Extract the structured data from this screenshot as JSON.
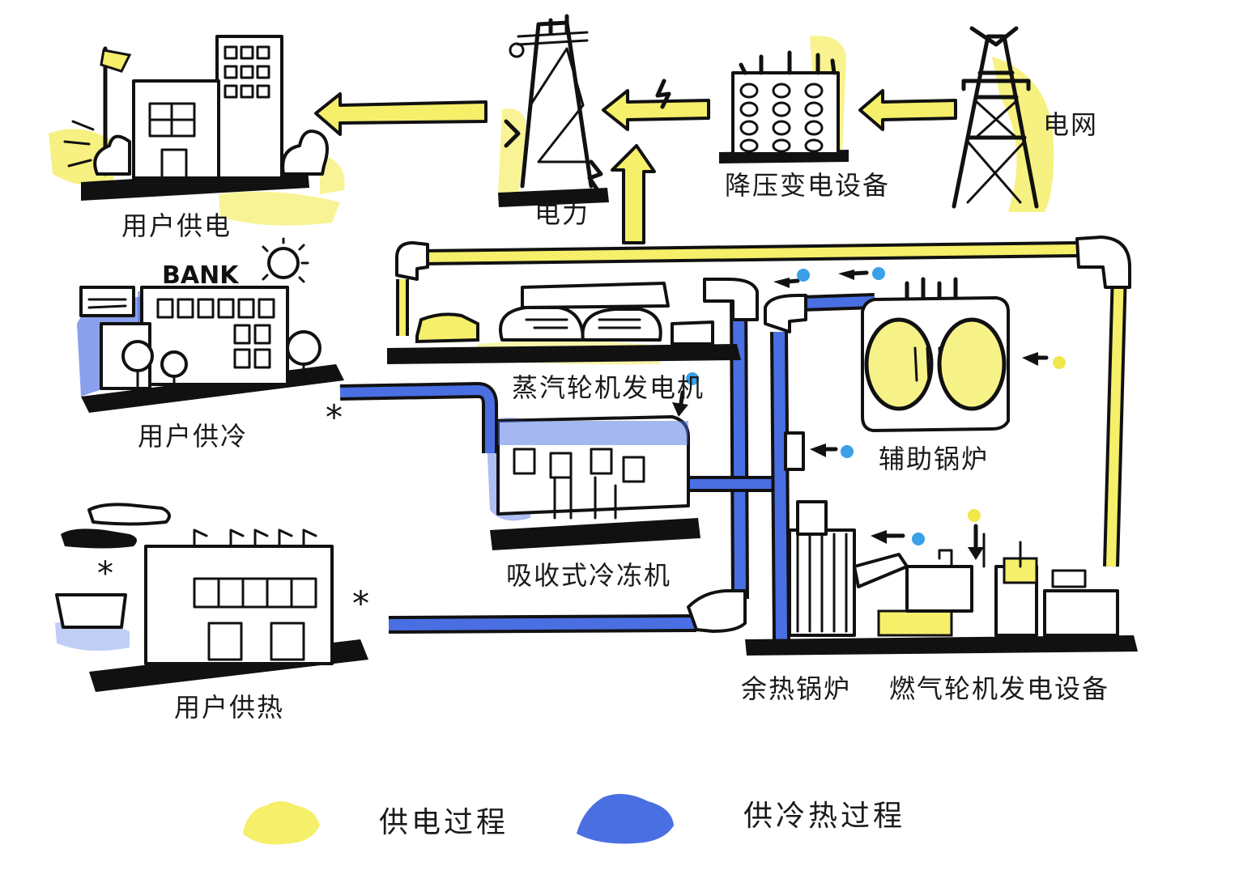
{
  "colors": {
    "power": "#f5ef6a",
    "power_stroke": "#e7dc3c",
    "cooling_heating": "#4a6fe3",
    "cooling_heating_light": "#8ea8f0",
    "ink": "#111111",
    "dot_blue": "#3aa0e8",
    "dot_yellow": "#f1e64a"
  },
  "nodes": {
    "user_power": "用户供电",
    "power": "电力",
    "step_down": "降压变电设备",
    "grid": "电网",
    "user_cooling": "用户供冷",
    "steam_turbine": "蒸汽轮机发电机",
    "absorption_chiller": "吸收式冷冻机",
    "aux_boiler": "辅助锅炉",
    "user_heating": "用户供热",
    "waste_heat_boiler": "余热锅炉",
    "gas_turbine": "燃气轮机发电设备",
    "bank_sign": "BANK"
  },
  "legend": [
    {
      "label": "供电过程",
      "swatch": "power"
    },
    {
      "label": "供冷热过程",
      "swatch": "cooling_heating"
    }
  ]
}
